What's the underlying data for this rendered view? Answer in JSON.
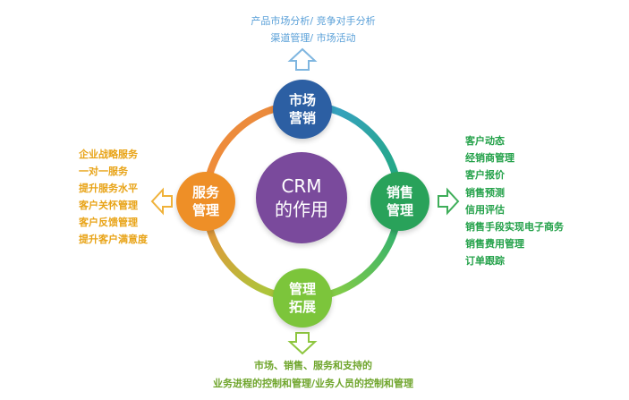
{
  "center": {
    "line1": "CRM",
    "line2": "的作用"
  },
  "nodes": {
    "market": {
      "line1": "市场",
      "line2": "营销",
      "color": "#2c5fa3"
    },
    "sales": {
      "line1": "销售",
      "line2": "管理",
      "color": "#29a25a"
    },
    "service": {
      "line1": "服务",
      "line2": "管理",
      "color": "#ee8f27"
    },
    "manage": {
      "line1": "管理",
      "line2": "拓展",
      "color": "#7cc53b"
    }
  },
  "texts": {
    "top": [
      "产品市场分析/ 竞争对手分析",
      "渠道管理/ 市场活动"
    ],
    "left": [
      "企业战略服务",
      "一对一服务",
      "提升服务水平",
      "客户关怀管理",
      "客户反馈管理",
      "提升客户满意度"
    ],
    "right": [
      "客户动态",
      "经销商管理",
      "客户报价",
      "销售预测",
      "信用评估",
      "销售手段实现电子商务",
      "销售费用管理",
      "订单跟踪"
    ],
    "bottom": [
      "市场、销售、服务和支持的",
      "业务进程的控制和管理/业务人员的控制和管理"
    ]
  },
  "colors": {
    "ring_top_right": "#3b9fd0",
    "ring_right_bottom": "#1faa77",
    "ring_bottom_left": "#9bd43b",
    "ring_left_top": "#f08c3a",
    "arrow_top": "#7fb6e0",
    "arrow_left": "#f0b23a",
    "arrow_right": "#3fae5a",
    "arrow_bottom": "#8ec63f"
  }
}
